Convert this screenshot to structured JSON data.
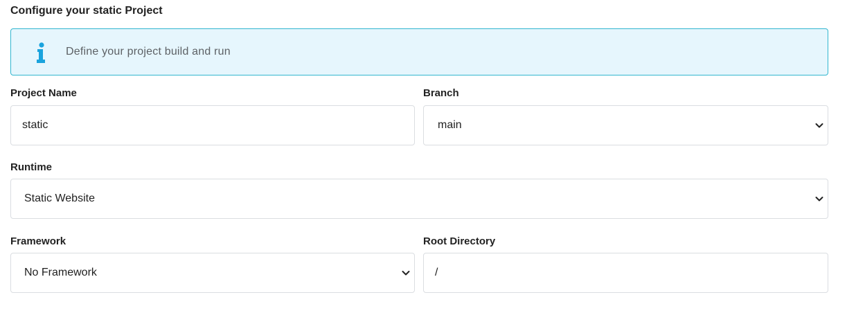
{
  "page": {
    "title": "Configure your static Project"
  },
  "info": {
    "icon": "info-icon",
    "message": "Define your project build and run",
    "accent_color": "#1aa3dd",
    "background_color": "#e6f6fd",
    "border_color": "#31b6cf"
  },
  "form": {
    "project_name": {
      "label": "Project Name",
      "value": "static"
    },
    "branch": {
      "label": "Branch",
      "selected": "main",
      "icon": "chevron-down-icon"
    },
    "runtime": {
      "label": "Runtime",
      "selected": "Static Website",
      "icon": "chevron-down-icon"
    },
    "framework": {
      "label": "Framework",
      "selected": "No Framework",
      "icon": "chevron-down-icon"
    },
    "root_directory": {
      "label": "Root Directory",
      "value": "/"
    }
  }
}
